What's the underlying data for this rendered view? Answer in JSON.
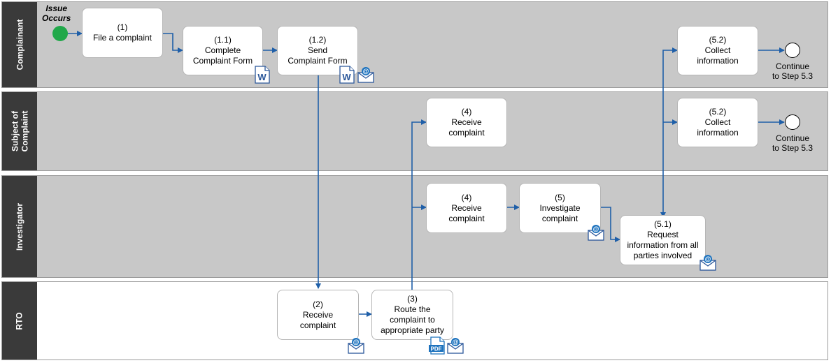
{
  "lanes": {
    "complainant": "Complainant",
    "subject": "Subject of\nComplaint",
    "investigator": "Investigator",
    "rto": "RTO"
  },
  "start_event": "Issue\nOccurs",
  "steps": {
    "s1": "(1)\nFile a complaint",
    "s1_1": "(1.1)\nComplete\nComplaint Form",
    "s1_2": "(1.2)\nSend\nComplaint Form",
    "s5_2a": "(5.2)\nCollect\ninformation",
    "s4a": "(4)\nReceive\ncomplaint",
    "s5_2b": "(5.2)\nCollect\ninformation",
    "s4b": "(4)\nReceive\ncomplaint",
    "s5": "(5)\nInvestigate\ncomplaint",
    "s5_1": "(5.1)\nRequest\ninformation from all\nparties involved",
    "s2": "(2)\nReceive\ncomplaint",
    "s3": "(3)\nRoute the\ncomplaint to\nappropriate party"
  },
  "end_events": {
    "e1": "Continue\nto Step 5.3",
    "e2": "Continue\nto Step 5.3"
  },
  "icon_labels": {
    "word": "W",
    "pdf": "PDF",
    "email": "@"
  },
  "colors": {
    "lane_label_bg": "#3a3a3a",
    "lane_bg": "#c8c8c8",
    "arrow": "#1f5fa8",
    "start": "#21a84a",
    "word_blue": "#2b579a",
    "pdf_blue": "#1e73be"
  }
}
